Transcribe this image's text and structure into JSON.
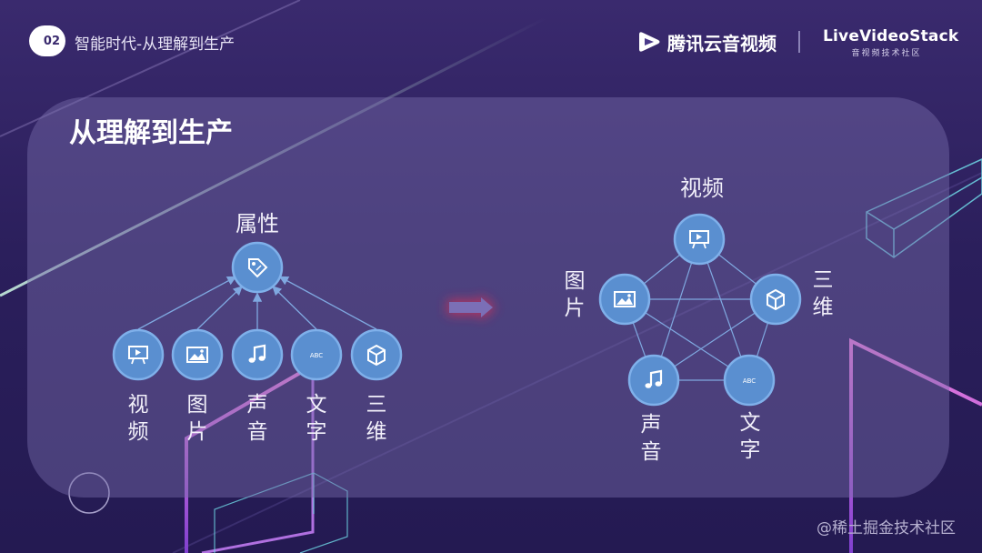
{
  "header": {
    "badge_number": "02",
    "section_title": "智能时代-从理解到生产",
    "brand_primary": "腾讯云音视频",
    "brand_secondary": "LiveVideoStack",
    "brand_secondary_sub": "音视频技术社区"
  },
  "slide": {
    "title": "从理解到生产"
  },
  "left_diagram": {
    "top_label": "属性",
    "top_icon": "tag-icon",
    "items": [
      {
        "label": "视频",
        "icon": "presentation-icon"
      },
      {
        "label": "图片",
        "icon": "image-icon"
      },
      {
        "label": "声音",
        "icon": "music-note-icon"
      },
      {
        "label": "文字",
        "icon": "text-abc-icon"
      },
      {
        "label": "三维",
        "icon": "cube-icon"
      }
    ],
    "abc_text": "ABC"
  },
  "right_diagram": {
    "nodes": [
      {
        "label": "视频",
        "icon": "presentation-icon"
      },
      {
        "label": "三维",
        "icon": "cube-icon"
      },
      {
        "label": "文字",
        "icon": "text-abc-icon"
      },
      {
        "label": "声音",
        "icon": "music-note-icon"
      },
      {
        "label": "图片",
        "icon": "image-icon"
      }
    ]
  },
  "watermark": "@稀土掘金技术社区",
  "colors": {
    "background": "#2b1f5c",
    "card": "#786caa",
    "node_fill": "#5a8fd0",
    "node_stroke": "#7fb0ea",
    "arrow": "#7b6fb6",
    "arrow_glow": "#d0305a",
    "accent_pink": "#e060d0"
  }
}
